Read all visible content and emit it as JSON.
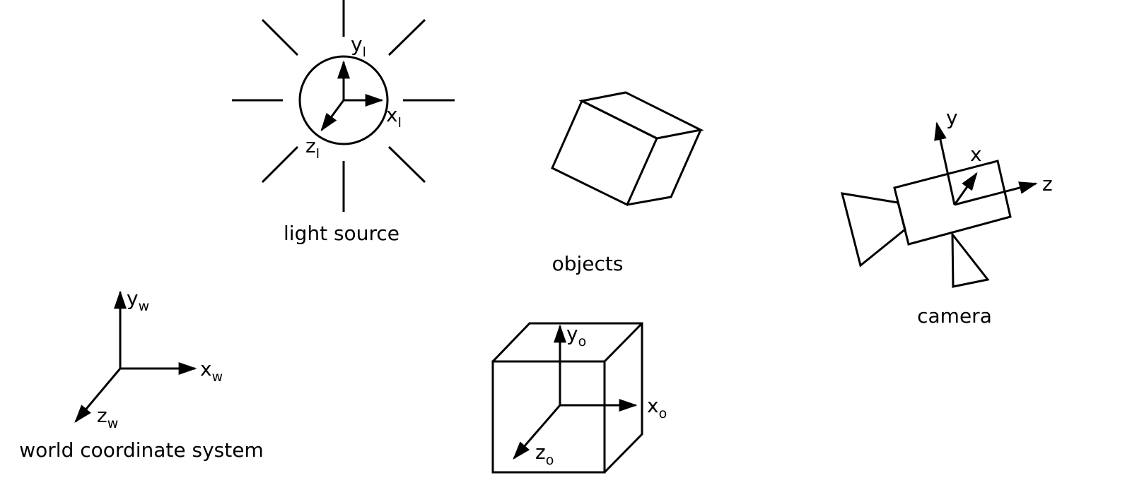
{
  "light_source": {
    "label": "light source",
    "axes": {
      "x": "x",
      "y": "y",
      "z": "z",
      "subscript": "l"
    }
  },
  "objects": {
    "label": "objects"
  },
  "camera": {
    "label": "camera",
    "axes": {
      "x": "x",
      "y": "y",
      "z": "z"
    }
  },
  "world": {
    "label": "world coordinate system",
    "axes": {
      "x": "x",
      "y": "y",
      "z": "z",
      "subscript": "w"
    }
  },
  "object_frame": {
    "axes": {
      "x": "x",
      "y": "y",
      "z": "z",
      "subscript": "o"
    }
  }
}
